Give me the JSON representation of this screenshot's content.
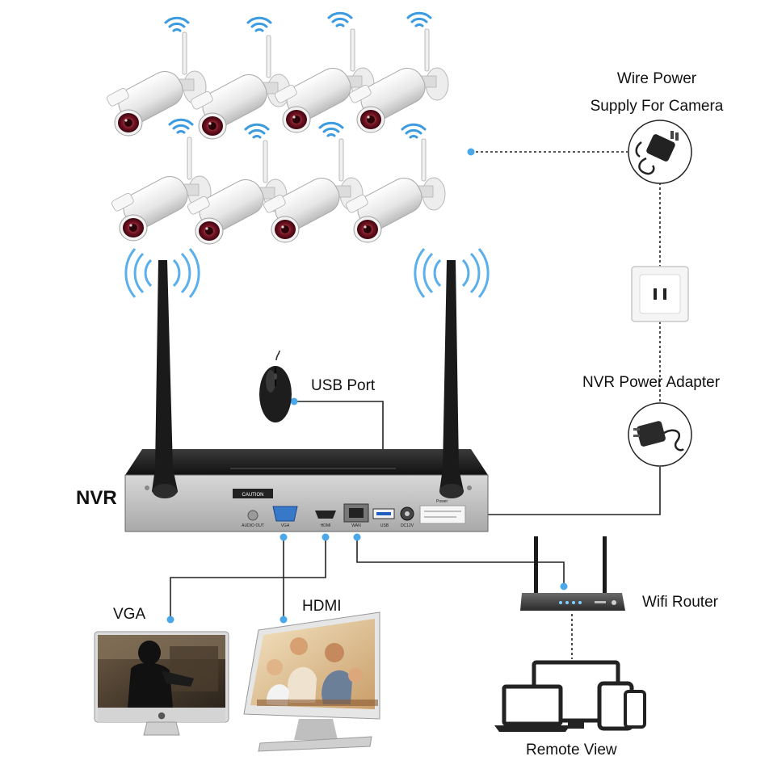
{
  "labels": {
    "wire_power": "Wire Power",
    "supply_for_camera": "Supply For Camera",
    "nvr_power_adapter": "NVR Power Adapter",
    "usb_port": "USB Port",
    "nvr": "NVR",
    "vga": "VGA",
    "hdmi": "HDMI",
    "wifi_router": "Wifi Router",
    "remote_view": "Remote View"
  },
  "nvr_panel": {
    "caution": "CAUTION",
    "audio_out": "AUDIO OUT",
    "vga": "VGA",
    "hdmi": "HDMI",
    "wan": "WAN",
    "usb": "USB",
    "dc12v": "DC12V",
    "power": "Power"
  },
  "colors": {
    "connector": "#4aa8e8",
    "wifi_wave": "#3d9be0",
    "line": "#222222"
  },
  "cameras": {
    "count": 8
  }
}
